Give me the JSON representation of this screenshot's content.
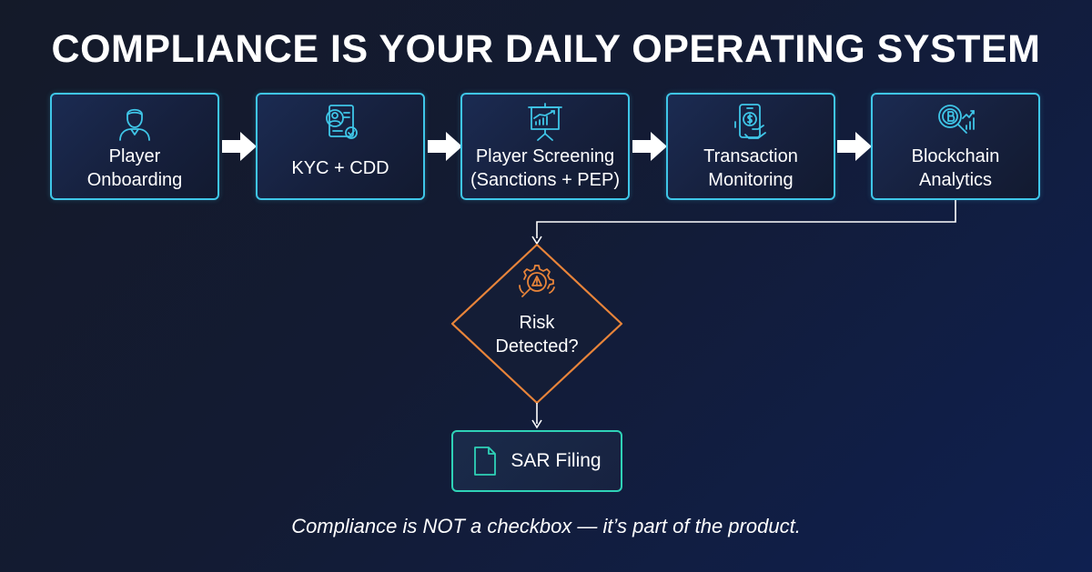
{
  "title": "COMPLIANCE IS YOUR DAILY OPERATING SYSTEM",
  "colors": {
    "step_border": "#3fc6e8",
    "decision_border": "#e8843a",
    "sar_border": "#2fd2b7",
    "arrow": "#ffffff",
    "background": "#131b33"
  },
  "steps": [
    {
      "icon": "player-icon",
      "line1": "Player",
      "line2": "Onboarding"
    },
    {
      "icon": "id-card-check-icon",
      "line1": "KYC + CDD",
      "line2": ""
    },
    {
      "icon": "presentation-chart-icon",
      "line1": "Player Screening",
      "line2": "(Sanctions + PEP)"
    },
    {
      "icon": "mobile-payment-icon",
      "line1": "Transaction",
      "line2": "Monitoring"
    },
    {
      "icon": "bitcoin-search-icon",
      "line1": "Blockchain",
      "line2": "Analytics"
    }
  ],
  "decision": {
    "icon": "warning-gear-search-icon",
    "line1": "Risk",
    "line2": "Detected?"
  },
  "sar": {
    "icon": "document-icon",
    "label": "SAR Filing"
  },
  "footer": "Compliance is NOT a checkbox — it’s part of the product."
}
